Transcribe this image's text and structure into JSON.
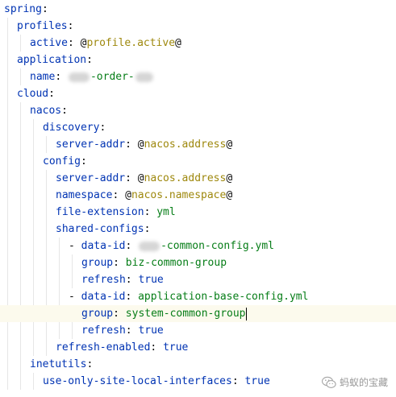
{
  "editor": {
    "file_language": "yaml",
    "lines": [
      {
        "indent": 0,
        "tokens": [
          {
            "t": "key",
            "v": "spring"
          },
          {
            "t": "punc",
            "v": ":"
          }
        ]
      },
      {
        "indent": 1,
        "tokens": [
          {
            "t": "key",
            "v": "profiles"
          },
          {
            "t": "punc",
            "v": ":"
          }
        ]
      },
      {
        "indent": 2,
        "tokens": [
          {
            "t": "key",
            "v": "active"
          },
          {
            "t": "punc",
            "v": ": "
          },
          {
            "t": "at",
            "v": "@"
          },
          {
            "t": "ph",
            "v": "profile.active"
          },
          {
            "t": "at",
            "v": "@"
          }
        ]
      },
      {
        "indent": 1,
        "tokens": [
          {
            "t": "key",
            "v": "application"
          },
          {
            "t": "punc",
            "v": ":"
          }
        ]
      },
      {
        "indent": 2,
        "tokens": [
          {
            "t": "key",
            "v": "name"
          },
          {
            "t": "punc",
            "v": ": "
          },
          {
            "t": "blur",
            "w": 26
          },
          {
            "t": "val",
            "v": "-order-"
          },
          {
            "t": "blur",
            "w": 22
          }
        ]
      },
      {
        "indent": 1,
        "tokens": [
          {
            "t": "key",
            "v": "cloud"
          },
          {
            "t": "punc",
            "v": ":"
          }
        ]
      },
      {
        "indent": 2,
        "tokens": [
          {
            "t": "key",
            "v": "nacos"
          },
          {
            "t": "punc",
            "v": ":"
          }
        ]
      },
      {
        "indent": 3,
        "tokens": [
          {
            "t": "key",
            "v": "discovery"
          },
          {
            "t": "punc",
            "v": ":"
          }
        ]
      },
      {
        "indent": 4,
        "tokens": [
          {
            "t": "key",
            "v": "server-addr"
          },
          {
            "t": "punc",
            "v": ": "
          },
          {
            "t": "at",
            "v": "@"
          },
          {
            "t": "ph",
            "v": "nacos.address"
          },
          {
            "t": "at",
            "v": "@"
          }
        ]
      },
      {
        "indent": 3,
        "tokens": [
          {
            "t": "key",
            "v": "config"
          },
          {
            "t": "punc",
            "v": ":"
          }
        ]
      },
      {
        "indent": 4,
        "tokens": [
          {
            "t": "key",
            "v": "server-addr"
          },
          {
            "t": "punc",
            "v": ": "
          },
          {
            "t": "at",
            "v": "@"
          },
          {
            "t": "ph",
            "v": "nacos.address"
          },
          {
            "t": "at",
            "v": "@"
          }
        ]
      },
      {
        "indent": 4,
        "tokens": [
          {
            "t": "key",
            "v": "namespace"
          },
          {
            "t": "punc",
            "v": ": "
          },
          {
            "t": "at",
            "v": "@"
          },
          {
            "t": "ph",
            "v": "nacos.namespace"
          },
          {
            "t": "at",
            "v": "@"
          }
        ]
      },
      {
        "indent": 4,
        "tokens": [
          {
            "t": "key",
            "v": "file-extension"
          },
          {
            "t": "punc",
            "v": ": "
          },
          {
            "t": "val",
            "v": "yml"
          }
        ]
      },
      {
        "indent": 4,
        "tokens": [
          {
            "t": "key",
            "v": "shared-configs"
          },
          {
            "t": "punc",
            "v": ":"
          }
        ]
      },
      {
        "indent": 5,
        "tokens": [
          {
            "t": "punc",
            "v": "- "
          },
          {
            "t": "key",
            "v": "data-id"
          },
          {
            "t": "punc",
            "v": ": "
          },
          {
            "t": "blur",
            "w": 26
          },
          {
            "t": "val",
            "v": "-common-config.yml"
          }
        ]
      },
      {
        "indent": 6,
        "tokens": [
          {
            "t": "key",
            "v": "group"
          },
          {
            "t": "punc",
            "v": ": "
          },
          {
            "t": "val",
            "v": "biz-common-group"
          }
        ]
      },
      {
        "indent": 6,
        "tokens": [
          {
            "t": "key",
            "v": "refresh"
          },
          {
            "t": "punc",
            "v": ": "
          },
          {
            "t": "kw",
            "v": "true"
          }
        ]
      },
      {
        "indent": 5,
        "tokens": [
          {
            "t": "punc",
            "v": "- "
          },
          {
            "t": "key",
            "v": "data-id"
          },
          {
            "t": "punc",
            "v": ": "
          },
          {
            "t": "val",
            "v": "application-base-config.yml"
          }
        ]
      },
      {
        "indent": 6,
        "current": true,
        "tokens": [
          {
            "t": "key",
            "v": "group"
          },
          {
            "t": "punc",
            "v": ": "
          },
          {
            "t": "val",
            "v": "system-common-group"
          },
          {
            "t": "caret"
          }
        ]
      },
      {
        "indent": 6,
        "tokens": [
          {
            "t": "key",
            "v": "refresh"
          },
          {
            "t": "punc",
            "v": ": "
          },
          {
            "t": "kw",
            "v": "true"
          }
        ]
      },
      {
        "indent": 4,
        "tokens": [
          {
            "t": "key",
            "v": "refresh-enabled"
          },
          {
            "t": "punc",
            "v": ": "
          },
          {
            "t": "kw",
            "v": "true"
          }
        ]
      },
      {
        "indent": 2,
        "tokens": [
          {
            "t": "key",
            "v": "inetutils"
          },
          {
            "t": "punc",
            "v": ":"
          }
        ]
      },
      {
        "indent": 3,
        "tokens": [
          {
            "t": "key",
            "v": "use-only-site-local-interfaces"
          },
          {
            "t": "punc",
            "v": ": "
          },
          {
            "t": "kw",
            "v": "true"
          }
        ]
      }
    ]
  },
  "watermark": {
    "icon": "wechat-icon",
    "text": "蚂蚁的宝藏"
  }
}
